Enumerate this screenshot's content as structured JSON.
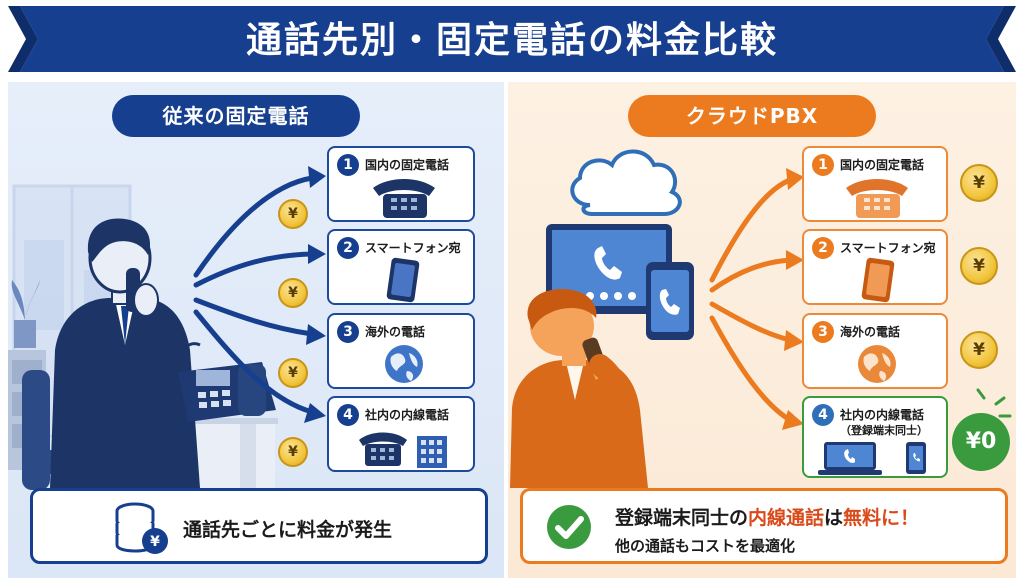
{
  "title": "通話先別・固定電話の料金比較",
  "left": {
    "header": "従来の固定電話",
    "items": [
      {
        "num": "1",
        "label": "国内の固定電話",
        "icon": "desk-phone-icon"
      },
      {
        "num": "2",
        "label": "スマートフォン宛",
        "icon": "smartphone-icon"
      },
      {
        "num": "3",
        "label": "海外の電話",
        "icon": "globe-icon"
      },
      {
        "num": "4",
        "label": "社内の内線電話",
        "icon": "phone-building-icon"
      }
    ],
    "coin": "¥",
    "summary": "通話先ごとに料金が発生"
  },
  "right": {
    "header": "クラウドPBX",
    "items": [
      {
        "num": "1",
        "label": "国内の固定電話",
        "icon": "desk-phone-icon"
      },
      {
        "num": "2",
        "label": "スマートフォン宛",
        "icon": "smartphone-icon"
      },
      {
        "num": "3",
        "label": "海外の電話",
        "icon": "globe-icon"
      },
      {
        "num": "4",
        "label": "社内の内線電話",
        "sublabel": "（登録端末同士）",
        "icon": "laptop-phone-icon"
      }
    ],
    "coin": "¥",
    "zero": "¥0",
    "summary_parts": [
      "登録端末同士の",
      "内線通話",
      "は",
      "無料に！"
    ],
    "summary_sub": "他の通話もコストを最適化"
  },
  "colors": {
    "navy": "#173f8f",
    "orange": "#ec7a1f",
    "green": "#3a9a3e",
    "gold": "#f2c53d"
  }
}
